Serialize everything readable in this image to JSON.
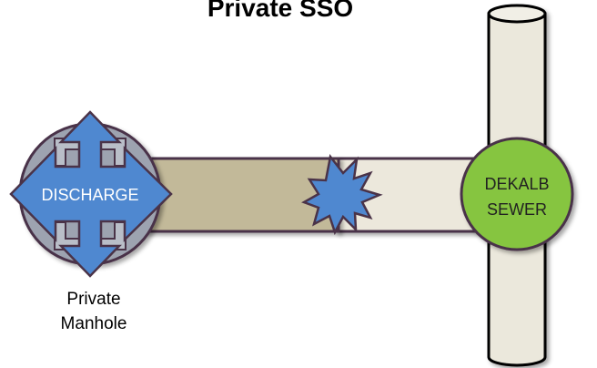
{
  "diagram": {
    "title": "Private SSO",
    "discharge_label": "DISCHARGE",
    "manhole_label": [
      "Private",
      "Manhole"
    ],
    "sewer_label": [
      "DEKALB",
      "SEWER"
    ]
  },
  "colors": {
    "pipe_dirty": "#c2b999",
    "pipe_clean": "#ece8dc",
    "sewer_main": "#ebe8dc",
    "sewer_node": "#86c540",
    "manhole": "#9da3b0",
    "discharge_arrow": "#4f88d0",
    "burst": "#4f88d0",
    "outline": "#4a3348"
  }
}
